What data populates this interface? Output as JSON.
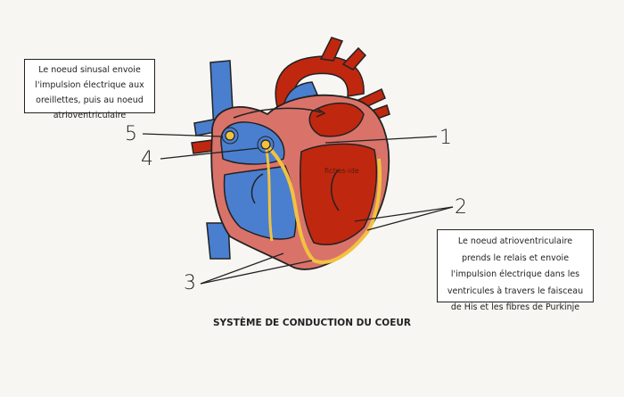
{
  "callouts": {
    "left": "Le noeud sinusal envoie l'impulsion électrique aux oreillettes, puis au noeud atrioventriculaire",
    "right": "Le noeud atrioventriculaire prends le relais et envoie l'impulsion électrique dans les ventricules à travers le faisceau de His et les fibres de Purkinje"
  },
  "numbers": {
    "n1": "1",
    "n2": "2",
    "n3": "3",
    "n4": "4",
    "n5": "5"
  },
  "inner_label": "fiches-ide",
  "caption": "SYSTÈME DE CONDUCTION DU COEUR",
  "colors": {
    "blue": "#4a7fd0",
    "red": "#c0270f",
    "pink": "#d9736a",
    "yellow": "#f2c23e",
    "ink": "#222222"
  }
}
